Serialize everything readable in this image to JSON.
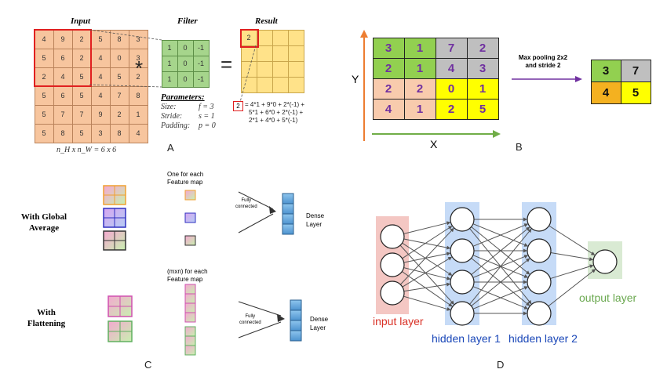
{
  "panelA": {
    "input_title": "Input",
    "filter_title": "Filter",
    "result_title": "Result",
    "star": "*",
    "equals": "=",
    "input": [
      [
        "4",
        "9",
        "2",
        "5",
        "8",
        "3"
      ],
      [
        "5",
        "6",
        "2",
        "4",
        "0",
        "3"
      ],
      [
        "2",
        "4",
        "5",
        "4",
        "5",
        "2"
      ],
      [
        "5",
        "6",
        "5",
        "4",
        "7",
        "8"
      ],
      [
        "5",
        "7",
        "7",
        "9",
        "2",
        "1"
      ],
      [
        "5",
        "8",
        "5",
        "3",
        "8",
        "4"
      ]
    ],
    "filter": [
      [
        "1",
        "0",
        "-1"
      ],
      [
        "1",
        "0",
        "-1"
      ],
      [
        "1",
        "0",
        "-1"
      ]
    ],
    "result_first": "2",
    "dims": "n_H x n_W = 6 x 6",
    "params_title": "Parameters:",
    "params": [
      {
        "name": "Size:",
        "value": "f = 3"
      },
      {
        "name": "Stride:",
        "value": "s = 1"
      },
      {
        "name": "Padding:",
        "value": "p = 0"
      }
    ],
    "formula_box": "2",
    "formula": [
      "= 4*1 + 9*0 + 2*(-1) +",
      "5*1 + 6*0 + 2*(-1) +",
      "2*1 + 4*0 + 5*(-1)"
    ],
    "label": "A"
  },
  "panelB": {
    "grid": [
      [
        "3",
        "1",
        "7",
        "2"
      ],
      [
        "2",
        "1",
        "4",
        "3"
      ],
      [
        "2",
        "2",
        "0",
        "1"
      ],
      [
        "4",
        "1",
        "2",
        "5"
      ]
    ],
    "colors": {
      "green": "#92d050",
      "gray": "#bfbfbf",
      "salmon": "#f8cbad",
      "yellow": "#ffff00",
      "orange": "#f4b120",
      "axis_orange": "#ed7d31",
      "axis_green": "#70ad47",
      "arrow": "#7030a0"
    },
    "y_label": "Y",
    "x_label": "X",
    "caption": [
      "Max pooling 2x2",
      "and stride 2"
    ],
    "output": [
      [
        "3",
        "7"
      ],
      [
        "4",
        "5"
      ]
    ],
    "label": "B"
  },
  "panelC": {
    "global_label": [
      "With Global",
      "Average"
    ],
    "flatten_label": [
      "With",
      "Flattening"
    ],
    "one_each": [
      "One for each",
      "Feature map"
    ],
    "mxn_each": [
      "(mxn) for each",
      "Feature map"
    ],
    "fc1": [
      "Fully",
      "connected"
    ],
    "fc2": [
      "Fully",
      "connected"
    ],
    "dense1": [
      "Dense",
      "Layer"
    ],
    "dense2": [
      "Dense",
      "Layer"
    ],
    "label": "C"
  },
  "panelD": {
    "input_layer": "input layer",
    "hidden1": "hidden layer 1",
    "hidden2": "hidden layer 2",
    "output_layer": "output layer",
    "colors": {
      "input": "#f4c7c3",
      "hidden": "#c6dbf7",
      "output": "#d9ead3",
      "input_text": "#d93025",
      "hidden_text": "#1a47b8",
      "output_text": "#6aa84f"
    },
    "label": "D"
  }
}
